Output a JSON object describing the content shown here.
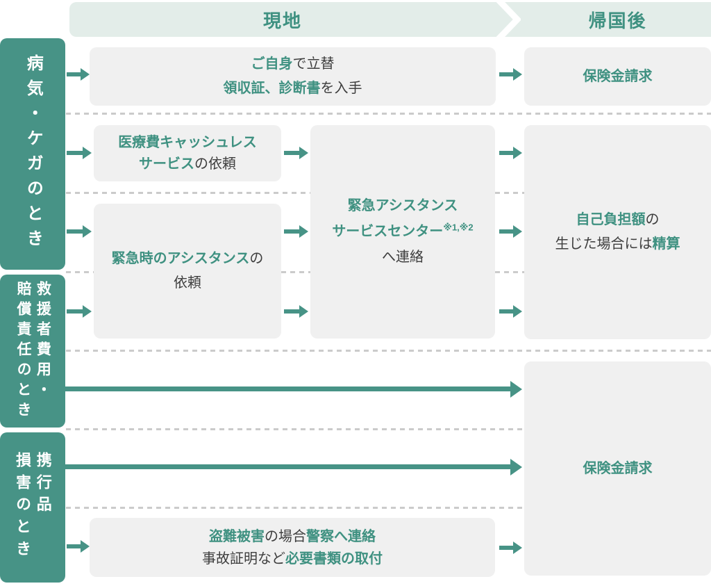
{
  "colors": {
    "teal": "#479386",
    "teal_text": "#3F9181",
    "header_band": "#E3EDE9",
    "box_bg": "#F0F0F0",
    "dark_text": "#3E3E3E",
    "dash": "#CBCBCB",
    "sidebar_text": "#FFFFFF"
  },
  "header": {
    "local": "現地",
    "after_return": "帰国後"
  },
  "sidebar": {
    "sickness": "病気・ケガのとき",
    "rescue_liability": "救援者費用・\n賠償責任のとき",
    "belongings": "携行品\n損害のとき"
  },
  "flow": {
    "self_pay": {
      "l1a": "ご自身",
      "l1b": "で立替",
      "l2a": "領収証、診断書",
      "l2b": "を入手"
    },
    "claim_top": {
      "label": "保険金請求"
    },
    "medical": {
      "l1a": "医療費キャッシュレス",
      "l2a": "サービス",
      "l2b": "の依頼"
    },
    "emergency": {
      "l1a": "緊急時のアシスタンス",
      "l1b": "の",
      "l2a": "依頼"
    },
    "center": {
      "l1a": "緊急アシスタンス",
      "l2a": "サービスセンター",
      "l2sup": "※1,※2",
      "l3a": "へ連絡"
    },
    "settle": {
      "l1a": "自己負担額",
      "l1b": "の",
      "l2a": "生じた場合には",
      "l2b": "精算"
    },
    "claim_bottom": {
      "label": "保険金請求"
    },
    "theft": {
      "l1a": "盗難被害",
      "l1b": "の場合",
      "l1c": "警察へ連絡",
      "l2a": "事故証明など",
      "l2b": "必要書類の取付"
    }
  }
}
